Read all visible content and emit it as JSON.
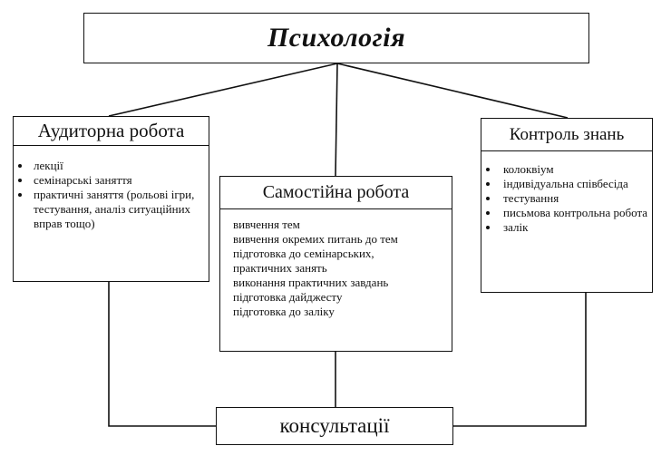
{
  "title": "Психологія",
  "auditorna": {
    "heading": "Аудиторна робота",
    "items": [
      "лекції",
      "семінарські заняття",
      "практичні заняття (рольові ігри, тестування, аналіз ситуаційних вправ тощо)"
    ]
  },
  "samostiyna": {
    "heading": "Самостійна робота",
    "lines": [
      "вивчення тем",
      "вивчення окремих питань до тем",
      "підготовка до семінарських,",
      "практичних занять",
      "виконання практичних завдань",
      "підготовка дайджесту",
      "підготовка до заліку"
    ]
  },
  "kontrol": {
    "heading": "Контроль знань",
    "items": [
      "колоквіум",
      "індивідуальна співбесіда",
      "тестування",
      "письмова контрольна робота",
      "залік"
    ]
  },
  "konsultatsii": "консультації"
}
